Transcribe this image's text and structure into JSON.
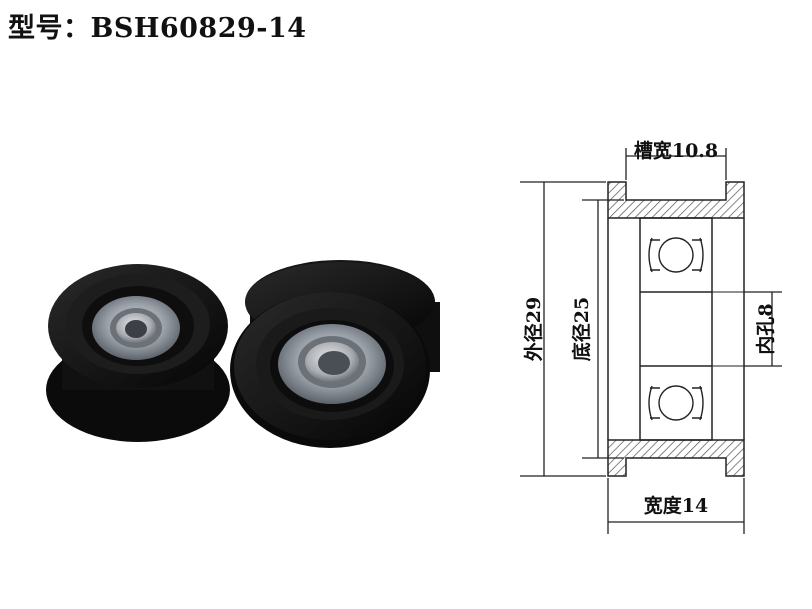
{
  "title": {
    "label": "型号：",
    "model": "BSH60829-14"
  },
  "dimensions": {
    "groove_width": "槽宽10.8",
    "outer_diameter": "外径29",
    "bottom_diameter": "底径25",
    "bore": "内孔8",
    "width": "宽度14"
  },
  "colors": {
    "pulley_body": "#141414",
    "bearing_shield": "#9aa0a8",
    "hatch": "#555555",
    "line": "#222222"
  }
}
